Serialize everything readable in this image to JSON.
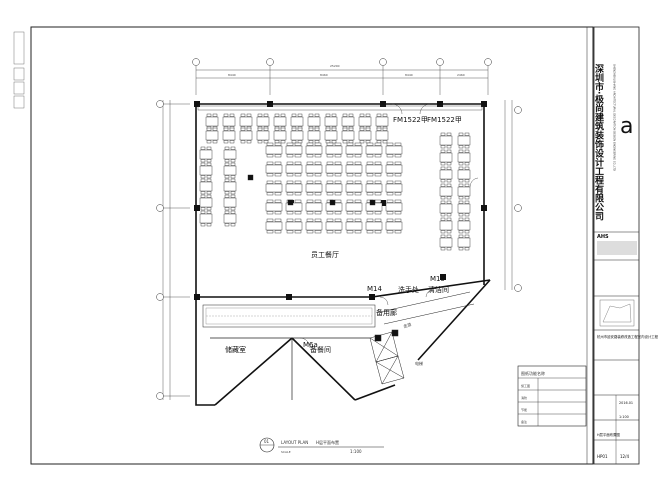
{
  "plan": {
    "overall_dim": "25200",
    "dims_top": [
      "8440",
      "8460",
      "8440",
      "2460"
    ],
    "rooms": {
      "staff_canteen": "员工餐厅",
      "storage": "储藏室",
      "prep_room": "备餐间",
      "washing": "洗手处",
      "cleaning": "清洁间",
      "prep_corridor": "备用廊",
      "elevator": "电梯",
      "walkway": "走道"
    },
    "doors": [
      "FM1522甲",
      "FM1522甲",
      "M14",
      "M15",
      "M6a"
    ],
    "caption_num": "01",
    "caption_title": "LAYOUT PLAN",
    "caption_scale_label": "SCALE",
    "caption_cn": "H层平面布置",
    "caption_ratio": "1:100"
  },
  "title_block": {
    "company_cn": "深圳市·极尚建筑装饰设计工程有限公司",
    "company_en": "SHENZHEN JISHANG ARCHITECTURAL DECORATION DESIGN ENGINEERING CO.,LTD",
    "brand_letter": "a",
    "brand_code": "AHS",
    "project_cn": "杭州市延安路装修改造工程室内设计工程",
    "drawing_title": "H层平面布置图",
    "date": "2016.01",
    "sheet_no": "HP01",
    "sheet_total": "12/4",
    "scale": "1:100"
  },
  "legend_table": {
    "header": "图纸功能名称",
    "rows": [
      "施工图",
      "消防",
      "节能",
      "备注"
    ]
  }
}
